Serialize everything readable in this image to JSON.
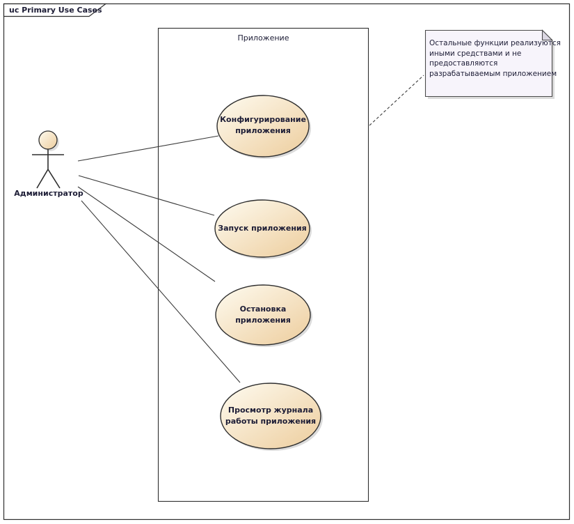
{
  "frame": {
    "title": "uc Primary Use Cases"
  },
  "system_boundary": {
    "label": "Приложение"
  },
  "actor": {
    "label": "Администратор"
  },
  "use_cases": [
    {
      "id": "configure-application",
      "lines": [
        "Конфигурирование",
        "приложения"
      ]
    },
    {
      "id": "start-application",
      "lines": [
        "Запуск приложения"
      ]
    },
    {
      "id": "stop-application",
      "lines": [
        "Остановка",
        "приложения"
      ]
    },
    {
      "id": "view-application-log",
      "lines": [
        "Просмотр журнала",
        "работы приложения"
      ]
    }
  ],
  "note": {
    "lines": [
      "Остальные функции реализуются",
      "иными средствами и не",
      "предоставляются",
      "разрабатываемым приложением"
    ]
  },
  "colors": {
    "ellipse_gradient_start": "#FEFBF0",
    "ellipse_gradient_end": "#EDCD9D",
    "note_fill": "#F7F4FB",
    "note_fold": "#DCD8E3",
    "line_color": "#3a3a3a",
    "border_color": "#2e2e2e",
    "shadow_color": "#bdbdbd",
    "text_color": "#1c1c35",
    "background": "#ffffff"
  }
}
